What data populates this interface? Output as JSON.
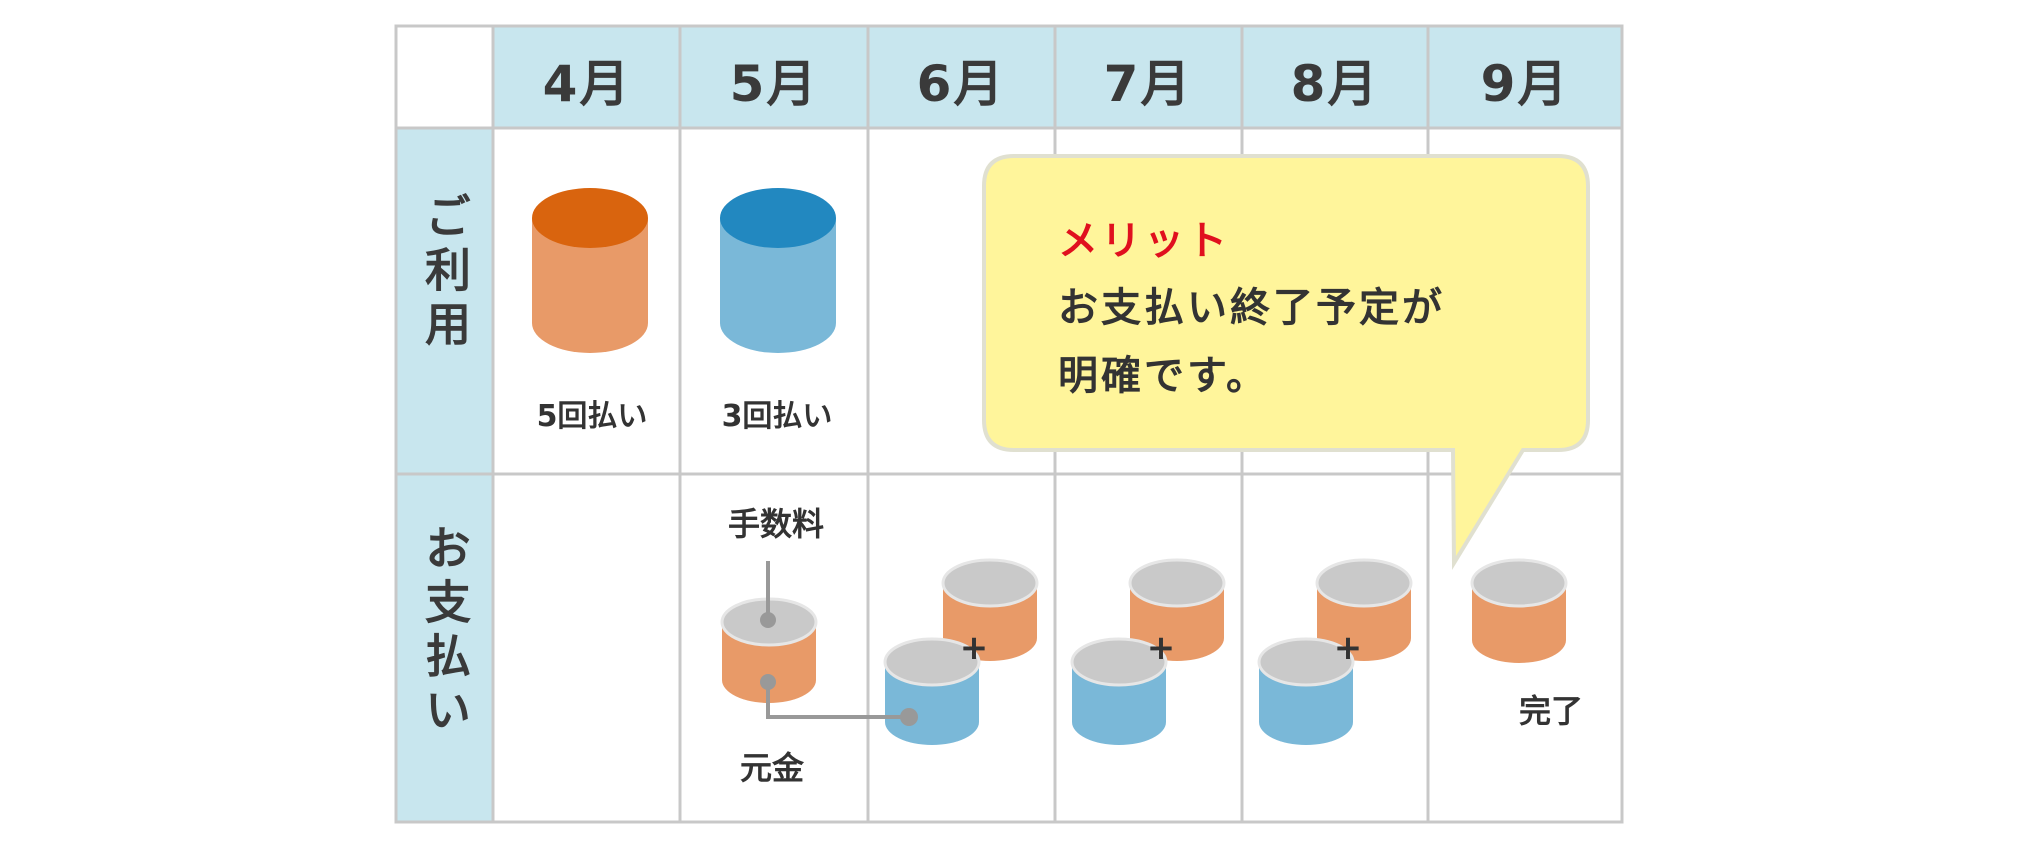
{
  "months": [
    "4月",
    "5月",
    "6月",
    "7月",
    "8月",
    "9月"
  ],
  "rows": {
    "usage": "ご利用",
    "payment": "お支払い"
  },
  "usage_labels": [
    "5回払い",
    "3回払い"
  ],
  "payment_labels": {
    "fee": "手数料",
    "principal": "元金",
    "done": "完了",
    "plus": "+"
  },
  "callout": {
    "title": "メリット",
    "line1": "お支払い終了予定が",
    "line2": "明確です。"
  },
  "colors": {
    "header_bg": "#c8e6ee",
    "grid": "#c8c8c8",
    "orange": "#e89a68",
    "orange_top": "#d9640e",
    "blue": "#7ab8d8",
    "blue_top": "#2288c0",
    "gray_top": "#c9c9c9",
    "callout_bg": "#fff59b",
    "accent_red": "#e0101e"
  }
}
